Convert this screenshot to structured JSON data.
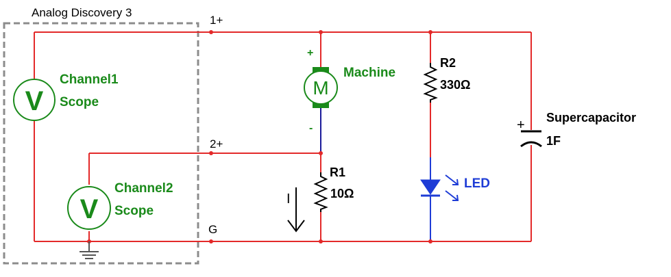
{
  "device": {
    "name": "Analog Discovery 3"
  },
  "nodes": {
    "n1": "1+",
    "n2": "2+",
    "ground": "G"
  },
  "channel1": {
    "symbol": "V",
    "line1": "Channel1",
    "line2": "Scope"
  },
  "channel2": {
    "symbol": "V",
    "line1": "Channel2",
    "line2": "Scope"
  },
  "machine": {
    "symbol": "M",
    "label": "Machine",
    "plus": "+",
    "minus": "-"
  },
  "r1": {
    "name": "R1",
    "value": "10Ω"
  },
  "r2": {
    "name": "R2",
    "value": "330Ω"
  },
  "current": {
    "label": "I"
  },
  "led": {
    "label": "LED"
  },
  "supercap": {
    "name": "Supercapacitor",
    "value": "1F",
    "plus": "+"
  },
  "colors": {
    "wire": "#e32929",
    "component": "#1a8a1a",
    "label_green": "#1a8a1a",
    "led": "#1e3cd6",
    "blue_wire": "#1a1a9a",
    "box": "#8c8c8c",
    "text": "#000000"
  }
}
